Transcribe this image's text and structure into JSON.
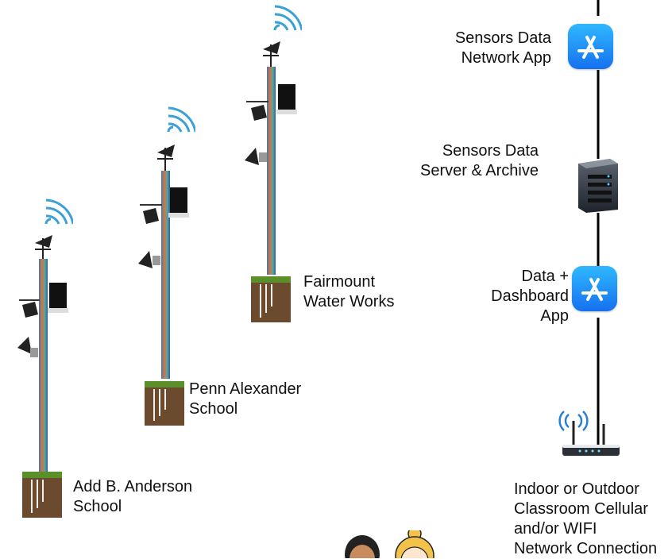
{
  "stations": [
    {
      "line1": "Add B. Anderson",
      "line2": "School"
    },
    {
      "line1": "Penn Alexander",
      "line2": "School"
    },
    {
      "line1": "Fairmount",
      "line2": "Water Works"
    }
  ],
  "network": {
    "app_label": {
      "line1": "Sensors Data",
      "line2": "Network App"
    },
    "server_label": {
      "line1": "Sensors Data",
      "line2": "Server & Archive"
    },
    "dashboard_label": {
      "line1": "Data +",
      "line2": "Dashboard",
      "line3": "App"
    },
    "connection_label": {
      "line1": "Indoor or Outdoor",
      "line2": "Classroom Cellular",
      "line3": "and/or WIFI",
      "line4": "Network Connection"
    }
  },
  "colors": {
    "app_icon_top": "#2fb8ff",
    "app_icon_bottom": "#1671f0",
    "wifi": "#3aa0d8",
    "soil": "#6b4a2e",
    "grass": "#5a8f2a",
    "line": "#000000"
  }
}
